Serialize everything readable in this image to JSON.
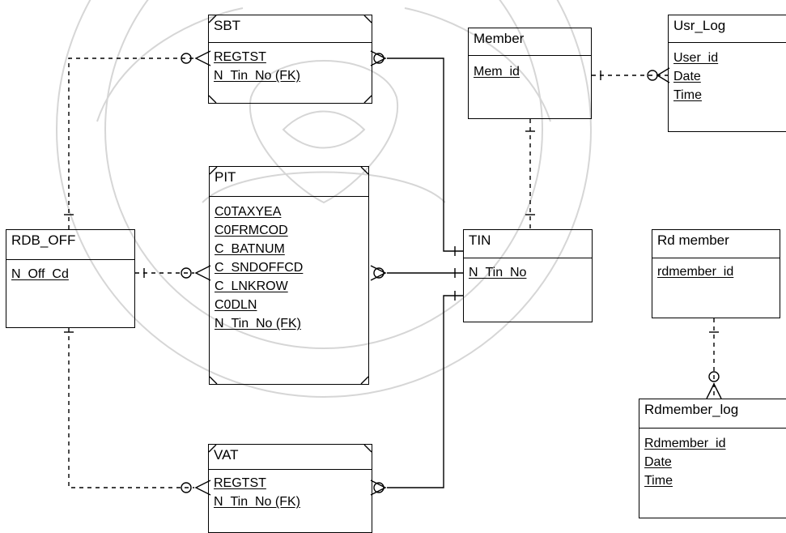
{
  "entities": {
    "sbt": {
      "name": "SBT",
      "attributes": [
        "REGTST",
        "N_Tin_No (FK)"
      ]
    },
    "member": {
      "name": "Member",
      "attributes": [
        "Mem_id"
      ]
    },
    "usr_log": {
      "name": "Usr_Log",
      "attributes": [
        "User_id",
        "Date",
        "Time"
      ]
    },
    "pit": {
      "name": "PIT",
      "attributes": [
        "C0TAXYEA",
        "C0FRMCOD",
        "C_BATNUM",
        "C_SNDOFFCD",
        "C_LNKROW",
        "C0DLN",
        "N_Tin_No (FK)"
      ]
    },
    "rdb_off": {
      "name": "RDB_OFF",
      "attributes": [
        "N_Off_Cd"
      ]
    },
    "tin": {
      "name": "TIN",
      "attributes": [
        "N_Tin_No"
      ]
    },
    "rd_member": {
      "name": "Rd member",
      "attributes": [
        "rdmember_id"
      ]
    },
    "rdmember_log": {
      "name": "Rdmember_log",
      "attributes": [
        "Rdmember_id",
        "Date",
        "Time"
      ]
    },
    "vat": {
      "name": "VAT",
      "attributes": [
        "REGTST",
        "N_Tin_No (FK)"
      ]
    }
  }
}
